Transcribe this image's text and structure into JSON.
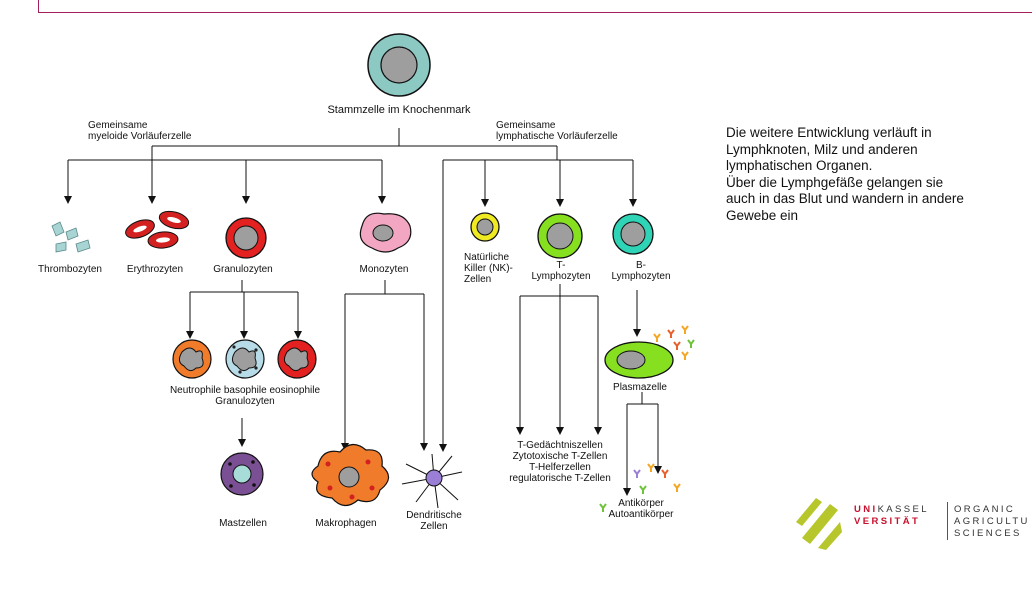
{
  "stem_cell": "Stammzelle im Knochenmark",
  "myeloid_label": [
    "Gemeinsame",
    "myeloide Vorläuferzelle"
  ],
  "lymphoid_label": [
    "Gemeinsame",
    "lymphatische Vorläuferzelle"
  ],
  "cells": {
    "thrombozyten": "Thrombozyten",
    "erythrozyten": "Erythrozyten",
    "granulozyten": "Granulozyten",
    "monozyten": "Monozyten",
    "nk": [
      "Natürliche",
      "Killer (NK)-",
      "Zellen"
    ],
    "t": [
      "T-",
      "Lymphozyten"
    ],
    "b": [
      "B-",
      "Lymphozyten"
    ],
    "granulocyte_types": "Neutrophile basophile eosinophile",
    "granulocyte_types_sub": "Granulozyten",
    "mastzellen": "Mastzellen",
    "makrophagen": "Makrophagen",
    "dendritische": [
      "Dendritische",
      "Zellen"
    ],
    "plasmazelle": "Plasmazelle",
    "t_subtypes": [
      "T-Gedächtniszellen",
      "Zytotoxische T-Zellen",
      "T-Helferzellen",
      "regulatorische T-Zellen"
    ],
    "antibodies": [
      "Antikörper",
      "Autoantikörper"
    ]
  },
  "side_text": [
    "Die weitere Entwicklung verläuft in",
    "Lymphknoten, Milz und anderen",
    "lymphatischen Organen.",
    "Über die Lymphgefäße gelangen sie",
    "auch in das Blut und wandern in andere",
    "Gewebe ein"
  ],
  "logo": {
    "uni_line1": "UNI",
    "kassel_line1": "KASSEL",
    "uni_line2": "VERSITÄT",
    "organic": "ORGANIC",
    "agricultural": "AGRICULTU",
    "sciences": "SCIENCES"
  },
  "colors": {
    "accent": "#a3205c",
    "logo_green": "#b6c62b",
    "logo_red": "#c8102e"
  }
}
